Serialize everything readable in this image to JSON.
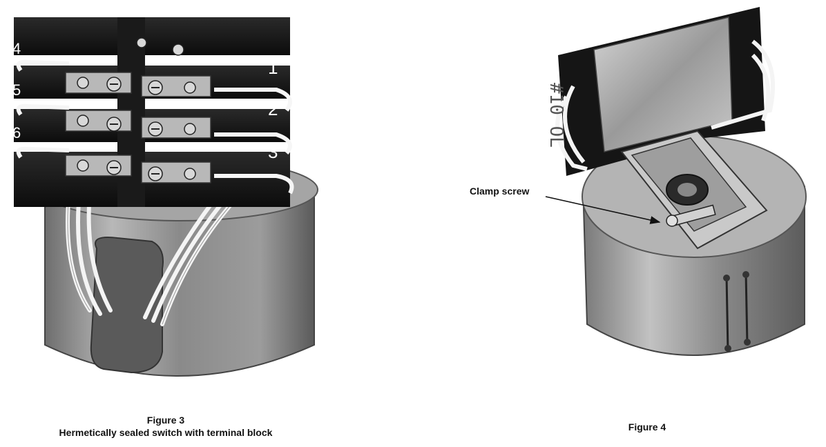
{
  "figure3": {
    "title": "Figure 3",
    "caption": "Hermetically sealed switch with terminal block",
    "terminal_numbers_left": [
      "4",
      "5",
      "6"
    ],
    "terminal_numbers_right": [
      "1",
      "2",
      "3"
    ]
  },
  "figure4": {
    "title": "Figure 4",
    "callout": "Clamp screw",
    "plate_marking": "#10 OL"
  }
}
